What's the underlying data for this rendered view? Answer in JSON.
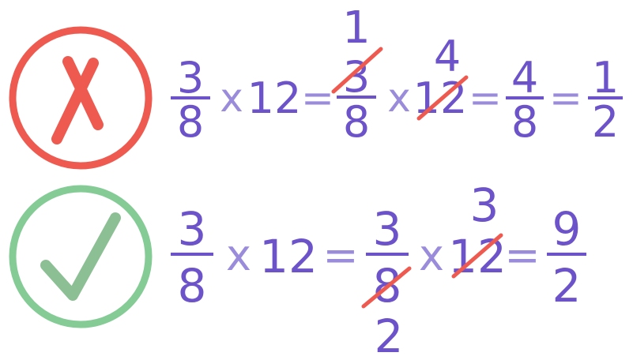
{
  "colors": {
    "number": "#6c53c9",
    "operator": "#9b8bdb",
    "wrong": "#ee5a4f",
    "right_circle": "#84cb95",
    "right_check": "#8dbf95",
    "strike": "#ee5a4f"
  },
  "icons": {
    "wrong_mark": "cross-mark-icon",
    "right_mark": "check-mark-icon"
  },
  "wrong_row": {
    "term1": {
      "numerator": "3",
      "denominator": "8"
    },
    "times1": "x",
    "whole1": "12",
    "equals1": "=",
    "term2": {
      "cancel_result": "1",
      "numerator": "3",
      "denominator": "8"
    },
    "times2": "x",
    "whole2": {
      "cancel_result": "4",
      "value": "12"
    },
    "equals2": "=",
    "term3": {
      "numerator": "4",
      "denominator": "8"
    },
    "equals3": "=",
    "term4": {
      "numerator": "1",
      "denominator": "2"
    }
  },
  "right_row": {
    "term1": {
      "numerator": "3",
      "denominator": "8"
    },
    "times1": "x",
    "whole1": "12",
    "equals1": "=",
    "term2": {
      "numerator": "3",
      "denominator": "8",
      "cancel_result": "2"
    },
    "times2": "x",
    "whole2": {
      "cancel_result": "3",
      "value": "12"
    },
    "equals2": "=",
    "term3": {
      "numerator": "9",
      "denominator": "2"
    }
  }
}
